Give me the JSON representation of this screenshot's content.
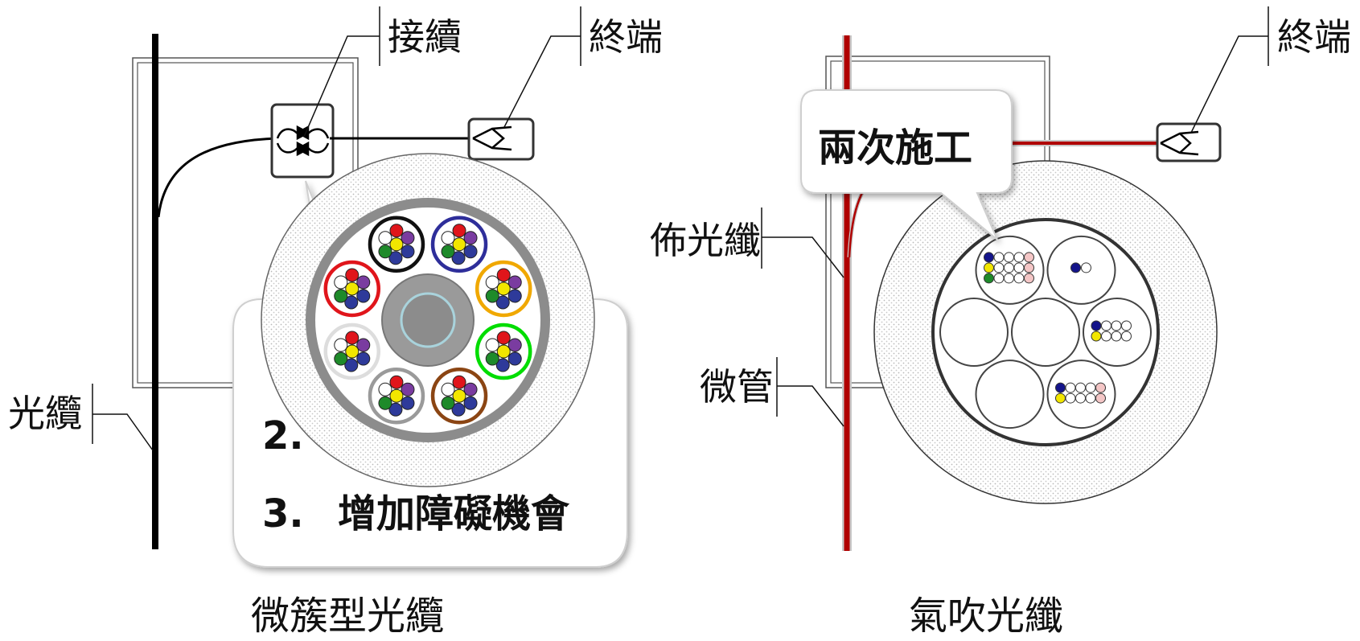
{
  "left": {
    "caption": "微簇型光纜",
    "label_cable": "光纜",
    "label_splice": "接續",
    "label_terminal": "終端",
    "list_item_2_num": "2.",
    "list_item_3_num": "3.",
    "list_item_3_text": "增加障礙機會",
    "bundle_ring_colors": [
      "#111111",
      "#2e2e9a",
      "#f0a800",
      "#00dd00",
      "#8b4513",
      "#9a9a9a",
      "#ffffff",
      "#e0151b"
    ],
    "fiber_colors": [
      "#e0151b",
      "#7a3ca0",
      "#2e3a9a",
      "#1e8a2a",
      "#ffffff",
      "#f2e600"
    ]
  },
  "right": {
    "caption": "氣吹光纖",
    "label_terminal": "終端",
    "label_fiber": "佈光纖",
    "label_microduct": "微管",
    "callout_text": "兩次施工"
  },
  "colors": {
    "microduct_red": "#b00000",
    "sheath_gray": "#8c8c8c",
    "jacket_dot": "#d9d9d9"
  }
}
